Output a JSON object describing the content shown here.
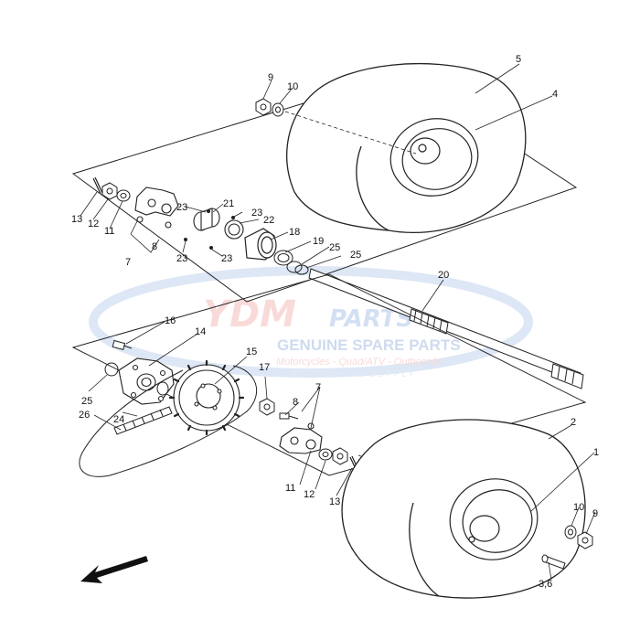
{
  "watermark": {
    "brand_left": "YDM",
    "brand_right": "PARTS",
    "tagline": "GENUINE SPARE PARTS",
    "categories": "Motorcycles - Quad/ATV - Outboards",
    "supply": "WORLDWIDE SUPPLY",
    "color": "#3b78c6"
  },
  "callouts": {
    "c1": "1",
    "c2": "2",
    "c3_6": "3,6",
    "c4": "4",
    "c5": "5",
    "c7_top": "7",
    "c7_bot": "7",
    "c8_top": "8",
    "c8_bot": "8",
    "c9_top": "9",
    "c9_bot": "9",
    "c10_top": "10",
    "c10_bot": "10",
    "c11_top": "11",
    "c11_bot": "11",
    "c12_top": "12",
    "c12_bot": "12",
    "c13_top": "13",
    "c13_bot": "13",
    "c14": "14",
    "c15": "15",
    "c16": "16",
    "c17": "17",
    "c18": "18",
    "c19": "19",
    "c20": "20",
    "c21": "21",
    "c22": "22",
    "c23_a": "23",
    "c23_b": "23",
    "c23_c": "23",
    "c23_d": "23",
    "c24": "24",
    "c25_a": "25",
    "c25_b": "25",
    "c25_c": "25",
    "c26": "26"
  },
  "icons": {
    "direction": "front-arrow-icon"
  }
}
